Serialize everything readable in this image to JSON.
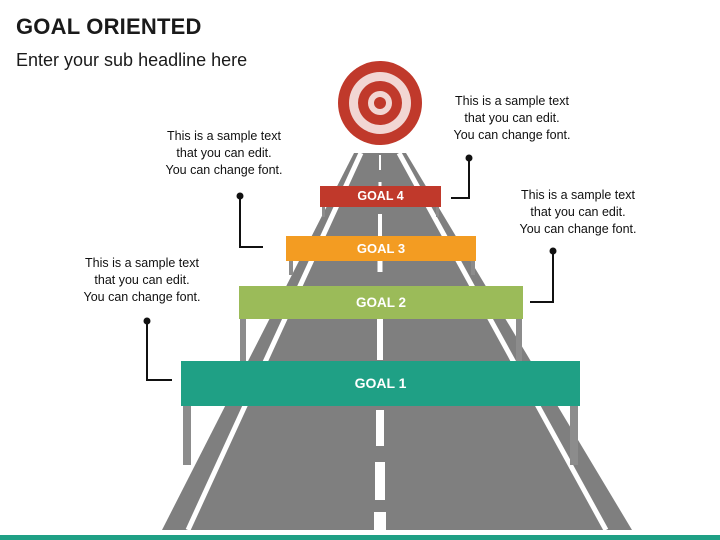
{
  "header": {
    "title": "GOAL ORIENTED",
    "subtitle": "Enter your sub headline here"
  },
  "goals": [
    {
      "label": "GOAL 4",
      "color": "#c0392b"
    },
    {
      "label": "GOAL 3",
      "color": "#f39c22"
    },
    {
      "label": "GOAL 2",
      "color": "#9bbb59"
    },
    {
      "label": "GOAL 1",
      "color": "#1fa085"
    }
  ],
  "notes": [
    {
      "lines": [
        "This is a sample text",
        "that you can edit.",
        "You can change font."
      ]
    },
    {
      "lines": [
        "This is a sample text",
        "that you can edit.",
        "You can change font."
      ]
    },
    {
      "lines": [
        "This is a sample text",
        "that you can edit.",
        "You can change font."
      ]
    },
    {
      "lines": [
        "This is a sample text",
        "that you can edit.",
        "You can change font."
      ]
    }
  ],
  "colors": {
    "road": "#7f7f7f",
    "road_markings": "#ffffff",
    "target_red": "#c0392b",
    "target_pink": "#f2d6d3",
    "accent": "#1fa085"
  }
}
